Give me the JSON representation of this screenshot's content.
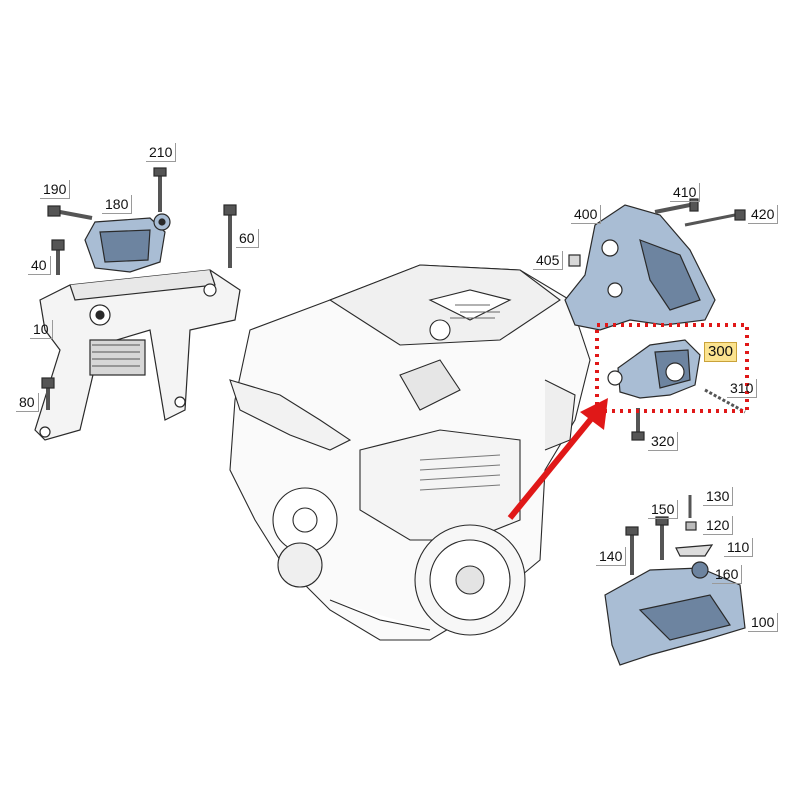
{
  "diagram": {
    "labels": {
      "p10": "10",
      "p40": "40",
      "p60": "60",
      "p80": "80",
      "p100": "100",
      "p110": "110",
      "p120": "120",
      "p130": "130",
      "p140": "140",
      "p150": "150",
      "p160": "160",
      "p180": "180",
      "p190": "190",
      "p210": "210",
      "p300": "300",
      "p310": "310",
      "p320": "320",
      "p400": "400",
      "p405": "405",
      "p410": "410",
      "p420": "420"
    },
    "highlighted_part": "300",
    "colors": {
      "part_fill": "#a9bdd4",
      "part_dark": "#6d84a0",
      "line": "#2a2a2a",
      "highlight_box": "#e01818",
      "arrow": "#e01818",
      "label_highlight": "#fbe38f"
    }
  }
}
